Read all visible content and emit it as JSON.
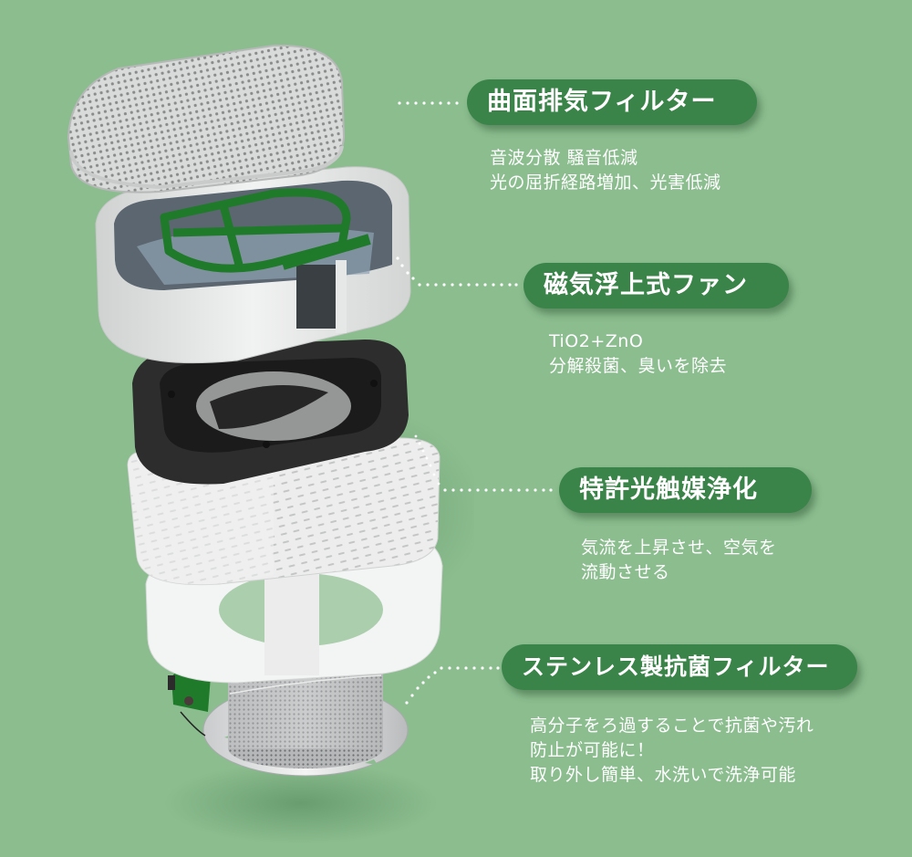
{
  "colors": {
    "background": "#8bbd8f",
    "pill": "#3a844a",
    "text": "#ffffff",
    "pcb_green": "#1f7a2a",
    "fan_black": "#2a2a2a",
    "shell_white": "#e9ebea"
  },
  "features": [
    {
      "title": "曲面排気フィルター",
      "lines": [
        "音波分散 騒音低減",
        "光の屈折経路増加、光害低減"
      ]
    },
    {
      "title": "磁気浮上式ファン",
      "lines": [
        "TiO2+ZnO",
        "分解殺菌、臭いを除去"
      ]
    },
    {
      "title": "特許光触媒浄化",
      "lines": [
        "気流を上昇させ、空気を",
        "流動させる"
      ]
    },
    {
      "title": "ステンレス製抗菌フィルター",
      "lines": [
        "高分子をろ過することで抗菌や汚れ",
        "防止が可能に！",
        "取り外し簡単、水洗いで洗浄可能"
      ]
    }
  ],
  "product": {
    "parts": [
      "curved-exhaust-grille",
      "upper-shell",
      "pcb-board",
      "magnetic-levitation-fan",
      "photocatalyst-sleeve",
      "base-ring",
      "stainless-filter",
      "bottom-plate",
      "side-sensor-board"
    ]
  }
}
